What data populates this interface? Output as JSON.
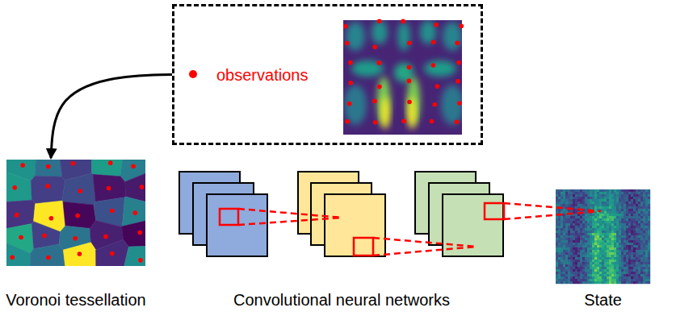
{
  "diagram": {
    "nodes": [
      {
        "text": [
          "observations"
        ]
      },
      {
        "text": [
          "Voronoi tessellation"
        ]
      },
      {
        "text": [
          "Convolutional neural networks"
        ]
      },
      {
        "text": [
          "State"
        ]
      }
    ],
    "edges": [
      {
        "from": 0,
        "to": 1,
        "arrow": "to"
      }
    ]
  }
}
